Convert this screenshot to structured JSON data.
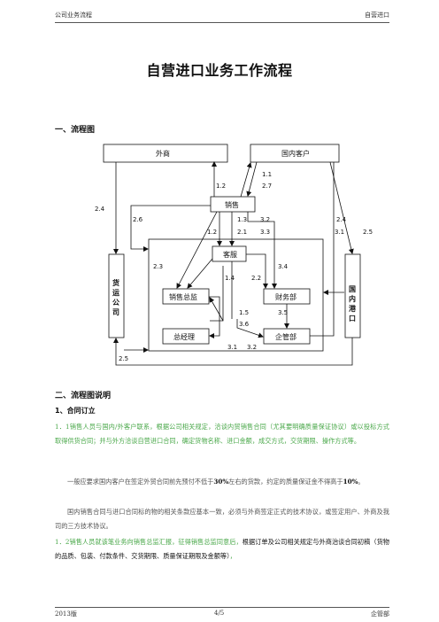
{
  "header": {
    "left": "公司业务流程",
    "right": "自营进口"
  },
  "title": "自营进口业务工作流程",
  "section1": "一、流程图",
  "diagram": {
    "nodes": {
      "foreign": "外商",
      "domestic": "国内客户",
      "sales": "销售",
      "service": "客服",
      "sales_director": "销售总监",
      "finance": "财务部",
      "gm": "总经理",
      "control": "企管部",
      "freight": "货运公司",
      "port": "国内港口"
    },
    "labels": {
      "l_11": "1.1",
      "l_12a": "1.2",
      "l_27": "2.7",
      "l_24a": "2.4",
      "l_26": "2.6",
      "l_13": "1.3",
      "l_32": "3.2",
      "l_24b": "2.4",
      "l_12b": "1.2",
      "l_21": "2.1",
      "l_33": "3.3",
      "l_31a": "3.1",
      "l_25a": "2.5",
      "l_23": "2.3",
      "l_14": "1.4",
      "l_22": "2.2",
      "l_34": "3.4",
      "l_15": "1.5",
      "l_35": "3.5",
      "l_36": "3.6",
      "l_31b": "3.1",
      "l_32b": "3.2",
      "l_25b": "2.5"
    }
  },
  "section2": "二、流程图说明",
  "sub1": "1、合同订立",
  "paras": {
    "p1": "1．1销售人员与国内/外客户联系，根据公司相关规定，洽谈内贸销售合同（尤其要明确质量保证协议）或以投标方式取得供货合同；并与外方洽谈自营进口合同，确定货物名称、进口金额，成交方式，交货期限、操作方式等。",
    "p2a": "一般应要求国内客户在签定外贸合同前先预付不低于",
    "p2b": "30%",
    "p2c": "左右的货款，约定的质量保证金不得高于",
    "p2d": "10%",
    "p2e": "。",
    "p3": "国内销售合同与进口合同标的物的相关条款应基本一致，必须与外商签定正式的技术协议，或签定用户、外商及我司的三方技术协议。",
    "p4a": "1．2销售人员就该笔业务向销售总监汇报，征得销售总监同意后，",
    "p4b": "根据订单及公司相关规定与外商治谈合同初稿（货物的品质、包装、付款条件、交货期限、质量保证期限及金额等）",
    "p4c": "，"
  },
  "footer": {
    "left": "2013版",
    "center": "4/5",
    "right": "企管部"
  }
}
